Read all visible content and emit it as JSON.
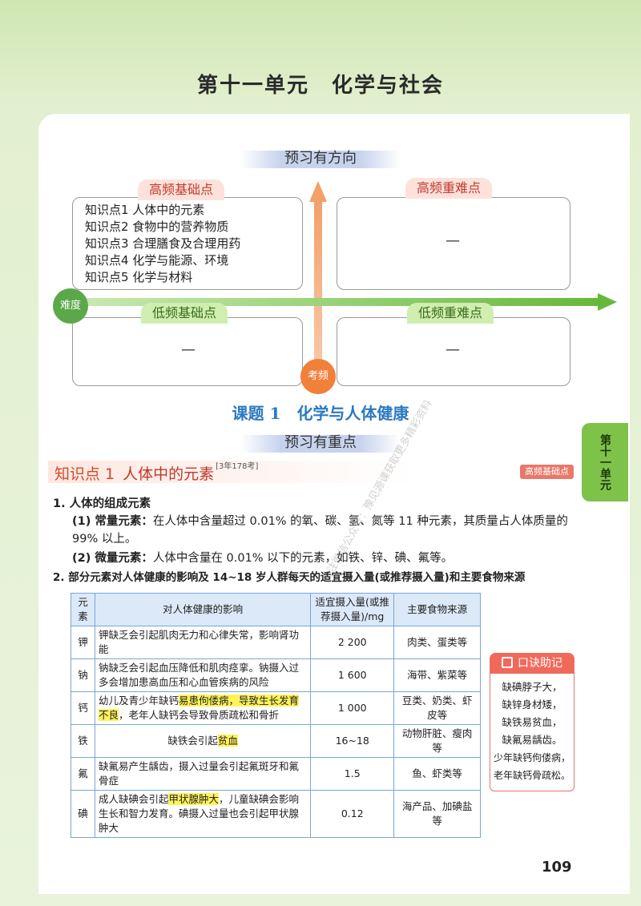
{
  "unit": {
    "left": "第十一单元",
    "right": "化学与社会"
  },
  "preview_direction": "预习有方向",
  "quadrants": {
    "high_basic": {
      "label": "高频基础点",
      "items": [
        "知识点1  人体中的元素",
        "知识点2  食物中的营养物质",
        "知识点3  合理膳食及合理用药",
        "知识点4  化学与能源、环境",
        "知识点5  化学与材料"
      ]
    },
    "high_hard": {
      "label": "高频重难点",
      "content": "—"
    },
    "low_basic": {
      "label": "低频基础点",
      "content": "—"
    },
    "low_hard": {
      "label": "低频重难点",
      "content": "—"
    }
  },
  "axis": {
    "difficulty": "难度",
    "exam_frequency": "考频"
  },
  "lesson": {
    "number": "课题 1",
    "title": "化学与人体健康"
  },
  "preview_focus": "预习有重点",
  "knowledge_point": {
    "label": "知识点 1",
    "title": "人体中的元素",
    "sup": "[3年178考]",
    "badge": "高频基础点"
  },
  "side_tab": "第十一单元",
  "sections": {
    "s1_title": "1. 人体的组成元素",
    "s1_p1_head": "(1) 常量元素：",
    "s1_p1_text": "在人体中含量超过 0.01% 的氧、碳、氢、氮等 11 种元素，其质量占人体质量的 99% 以上。",
    "s1_p2_head": "(2) 微量元素：",
    "s1_p2_text": "人体中含量在 0.01% 以下的元素，如铁、锌、碘、氟等。",
    "s2_title": "2. 部分元素对人体健康的影响及 14~18 岁人群每天的适宜摄入量(或推荐摄入量)和主要食物来源"
  },
  "table": {
    "headers": [
      "元素",
      "对人体健康的影响",
      "适宜摄入量(或推荐摄入量)/mg",
      "主要食物来源"
    ],
    "rows": [
      {
        "element": "钾",
        "effect_pre": "钾缺乏会引起肌肉无力和心律失常，影响肾功能",
        "effect_hl": "",
        "effect_post": "",
        "amount": "2 200",
        "source": "肉类、蛋类等"
      },
      {
        "element": "钠",
        "effect_pre": "钠缺乏会引起血压降低和肌肉痉挛。钠摄入过多会增加患高血压和心血管疾病的风险",
        "effect_hl": "",
        "effect_post": "",
        "amount": "1 600",
        "source": "海带、紫菜等"
      },
      {
        "element": "钙",
        "effect_pre": "幼儿及青少年缺钙",
        "effect_hl": "易患佝偻病，导致生长发育不良",
        "effect_post": "，老年人缺钙会导致骨质疏松和骨折",
        "amount": "1 000",
        "source": "豆类、奶类、虾皮等"
      },
      {
        "element": "铁",
        "effect_pre": "缺铁会引起",
        "effect_hl": "贫血",
        "effect_post": "",
        "amount": "16~18",
        "source": "动物肝脏、瘦肉等"
      },
      {
        "element": "氟",
        "effect_pre": "缺氟易产生龋齿，摄入过量会引起氟斑牙和氟骨症",
        "effect_hl": "",
        "effect_post": "",
        "amount": "1.5",
        "source": "鱼、虾类等"
      },
      {
        "element": "碘",
        "effect_pre": "成人缺碘会引起",
        "effect_hl": "甲状腺肿大",
        "effect_post": "，儿童缺碘会影响生长和智力发育。碘摄入过量也会引起甲状腺肿大",
        "amount": "0.12",
        "source": "海产品、加碘盐等"
      }
    ]
  },
  "mnemonic": {
    "title": "口诀助记",
    "lines": [
      "缺碘脖子大，",
      "缺锌身材矮，",
      "缺铁易贫血，",
      "缺氟易龋齿。",
      "少年缺钙佝偻病，",
      "老年缺钙骨疏松。"
    ]
  },
  "watermark": "关注微信公众号：豫见源课获取更多精彩资料",
  "page_number": "109",
  "colors": {
    "accent_red": "#d24a2a",
    "accent_blue": "#2b79c2",
    "accent_green": "#7fc24a",
    "highlight": "#fff35a"
  }
}
